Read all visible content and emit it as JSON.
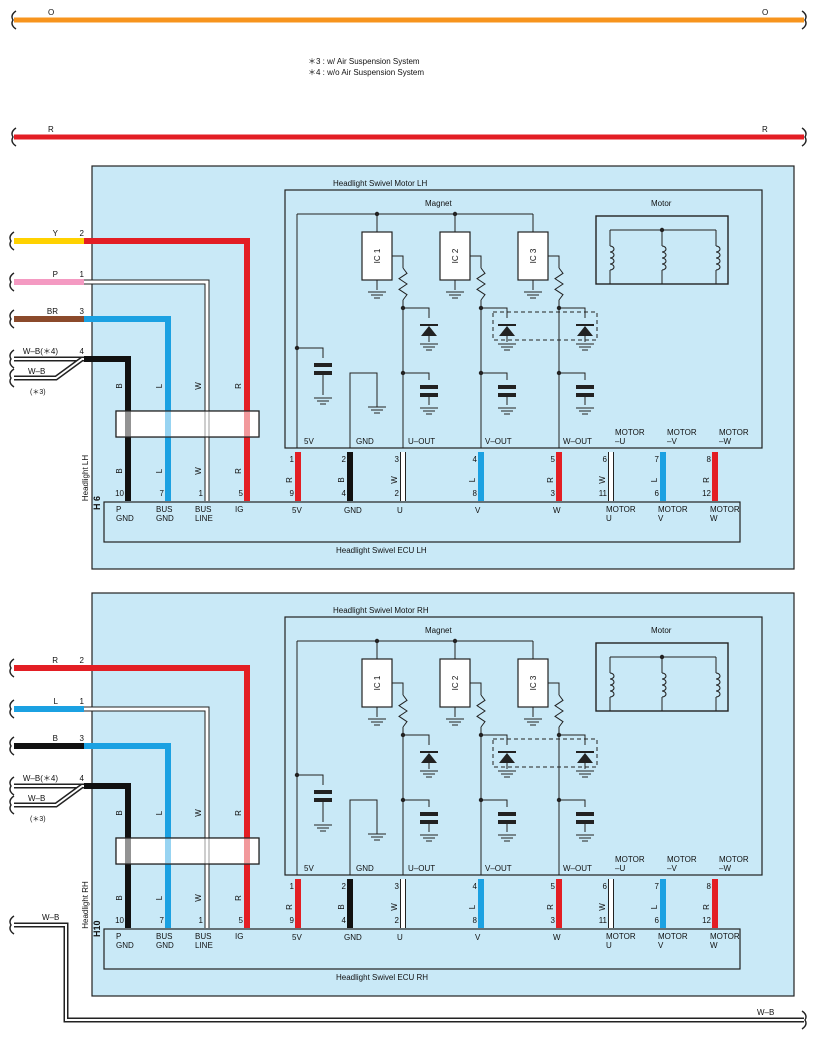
{
  "notes": [
    "＊3 : w/ Air Suspension System",
    "＊4 : w/o Air Suspension System"
  ],
  "bus_top": {
    "label": "O",
    "color": "#f7941d"
  },
  "bus_r": {
    "label": "R",
    "color": "#e31e24"
  },
  "bus_bottom": {
    "label": "W–B"
  },
  "wire_colors": {
    "R": "#e31e24",
    "L": "#1ba1e2",
    "B": "#111111",
    "W": "#ffffff",
    "Y": "#ffd200",
    "P": "#f49ac2",
    "BR": "#8b4a2b",
    "O": "#f7941d"
  },
  "panel_color": "#c9e9f7",
  "units": [
    {
      "connector": "H 6",
      "headlight": "Headlight LH",
      "motor_title": "Headlight Swivel Motor LH",
      "ecu_title": "Headlight Swivel ECU LH",
      "magnet": "Magnet",
      "motor": "Motor",
      "ics": [
        "IC 1",
        "IC 2",
        "IC 3"
      ],
      "inputs": [
        {
          "name": "Y",
          "pin": "2",
          "color": "Y"
        },
        {
          "name": "P",
          "pin": "1",
          "color": "P"
        },
        {
          "name": "BR",
          "pin": "3",
          "color": "BR"
        },
        {
          "name": "W–B(＊4)",
          "pin": "4",
          "color": "B"
        }
      ],
      "wb_alt": "W–B",
      "wb_alt_note": "(＊3)",
      "left_wires": [
        {
          "color_code": "B",
          "pin": "10",
          "label": "P GND"
        },
        {
          "color_code": "L",
          "pin": "7",
          "label": "BUS GND"
        },
        {
          "color_code": "W",
          "pin": "1",
          "label": "BUS LINE"
        },
        {
          "color_code": "R",
          "pin": "5",
          "label": "IG"
        }
      ],
      "motor_terms": [
        {
          "motor_pin": "1",
          "color_code": "R",
          "ecu_pin": "9",
          "motor_label": "5V",
          "ecu_label": "5V"
        },
        {
          "motor_pin": "2",
          "color_code": "B",
          "ecu_pin": "4",
          "motor_label": "GND",
          "ecu_label": "GND"
        },
        {
          "motor_pin": "3",
          "color_code": "W",
          "ecu_pin": "2",
          "motor_label": "U–OUT",
          "ecu_label": "U"
        },
        {
          "motor_pin": "4",
          "color_code": "L",
          "ecu_pin": "8",
          "motor_label": "V–OUT",
          "ecu_label": "V"
        },
        {
          "motor_pin": "5",
          "color_code": "R",
          "ecu_pin": "3",
          "motor_label": "W–OUT",
          "ecu_label": "W"
        },
        {
          "motor_pin": "6",
          "color_code": "W",
          "ecu_pin": "11",
          "motor_label": "MOTOR –U",
          "ecu_label": "MOTOR U"
        },
        {
          "motor_pin": "7",
          "color_code": "L",
          "ecu_pin": "6",
          "motor_label": "MOTOR –V",
          "ecu_label": "MOTOR V"
        },
        {
          "motor_pin": "8",
          "color_code": "R",
          "ecu_pin": "12",
          "motor_label": "MOTOR –W",
          "ecu_label": "MOTOR W"
        }
      ]
    },
    {
      "connector": "H10",
      "headlight": "Headlight RH",
      "motor_title": "Headlight Swivel Motor RH",
      "ecu_title": "Headlight Swivel ECU RH",
      "magnet": "Magnet",
      "motor": "Motor",
      "ics": [
        "IC 1",
        "IC 2",
        "IC 3"
      ],
      "inputs": [
        {
          "name": "R",
          "pin": "2",
          "color": "R"
        },
        {
          "name": "L",
          "pin": "1",
          "color": "L"
        },
        {
          "name": "B",
          "pin": "3",
          "color": "B"
        },
        {
          "name": "W–B(＊4)",
          "pin": "4",
          "color": "B"
        }
      ],
      "wb_alt": "W–B",
      "wb_alt_note": "(＊3)",
      "left_wires": [
        {
          "color_code": "B",
          "pin": "10",
          "label": "P GND"
        },
        {
          "color_code": "L",
          "pin": "7",
          "label": "BUS GND"
        },
        {
          "color_code": "W",
          "pin": "1",
          "label": "BUS LINE"
        },
        {
          "color_code": "R",
          "pin": "5",
          "label": "IG"
        }
      ],
      "motor_terms": [
        {
          "motor_pin": "1",
          "color_code": "R",
          "ecu_pin": "9",
          "motor_label": "5V",
          "ecu_label": "5V"
        },
        {
          "motor_pin": "2",
          "color_code": "B",
          "ecu_pin": "4",
          "motor_label": "GND",
          "ecu_label": "GND"
        },
        {
          "motor_pin": "3",
          "color_code": "W",
          "ecu_pin": "2",
          "motor_label": "U–OUT",
          "ecu_label": "U"
        },
        {
          "motor_pin": "4",
          "color_code": "L",
          "ecu_pin": "8",
          "motor_label": "V–OUT",
          "ecu_label": "V"
        },
        {
          "motor_pin": "5",
          "color_code": "R",
          "ecu_pin": "3",
          "motor_label": "W–OUT",
          "ecu_label": "W"
        },
        {
          "motor_pin": "6",
          "color_code": "W",
          "ecu_pin": "11",
          "motor_label": "MOTOR –U",
          "ecu_label": "MOTOR U"
        },
        {
          "motor_pin": "7",
          "color_code": "L",
          "ecu_pin": "6",
          "motor_label": "MOTOR –V",
          "ecu_label": "MOTOR V"
        },
        {
          "motor_pin": "8",
          "color_code": "R",
          "ecu_pin": "12",
          "motor_label": "MOTOR –W",
          "ecu_label": "MOTOR W"
        }
      ]
    }
  ]
}
